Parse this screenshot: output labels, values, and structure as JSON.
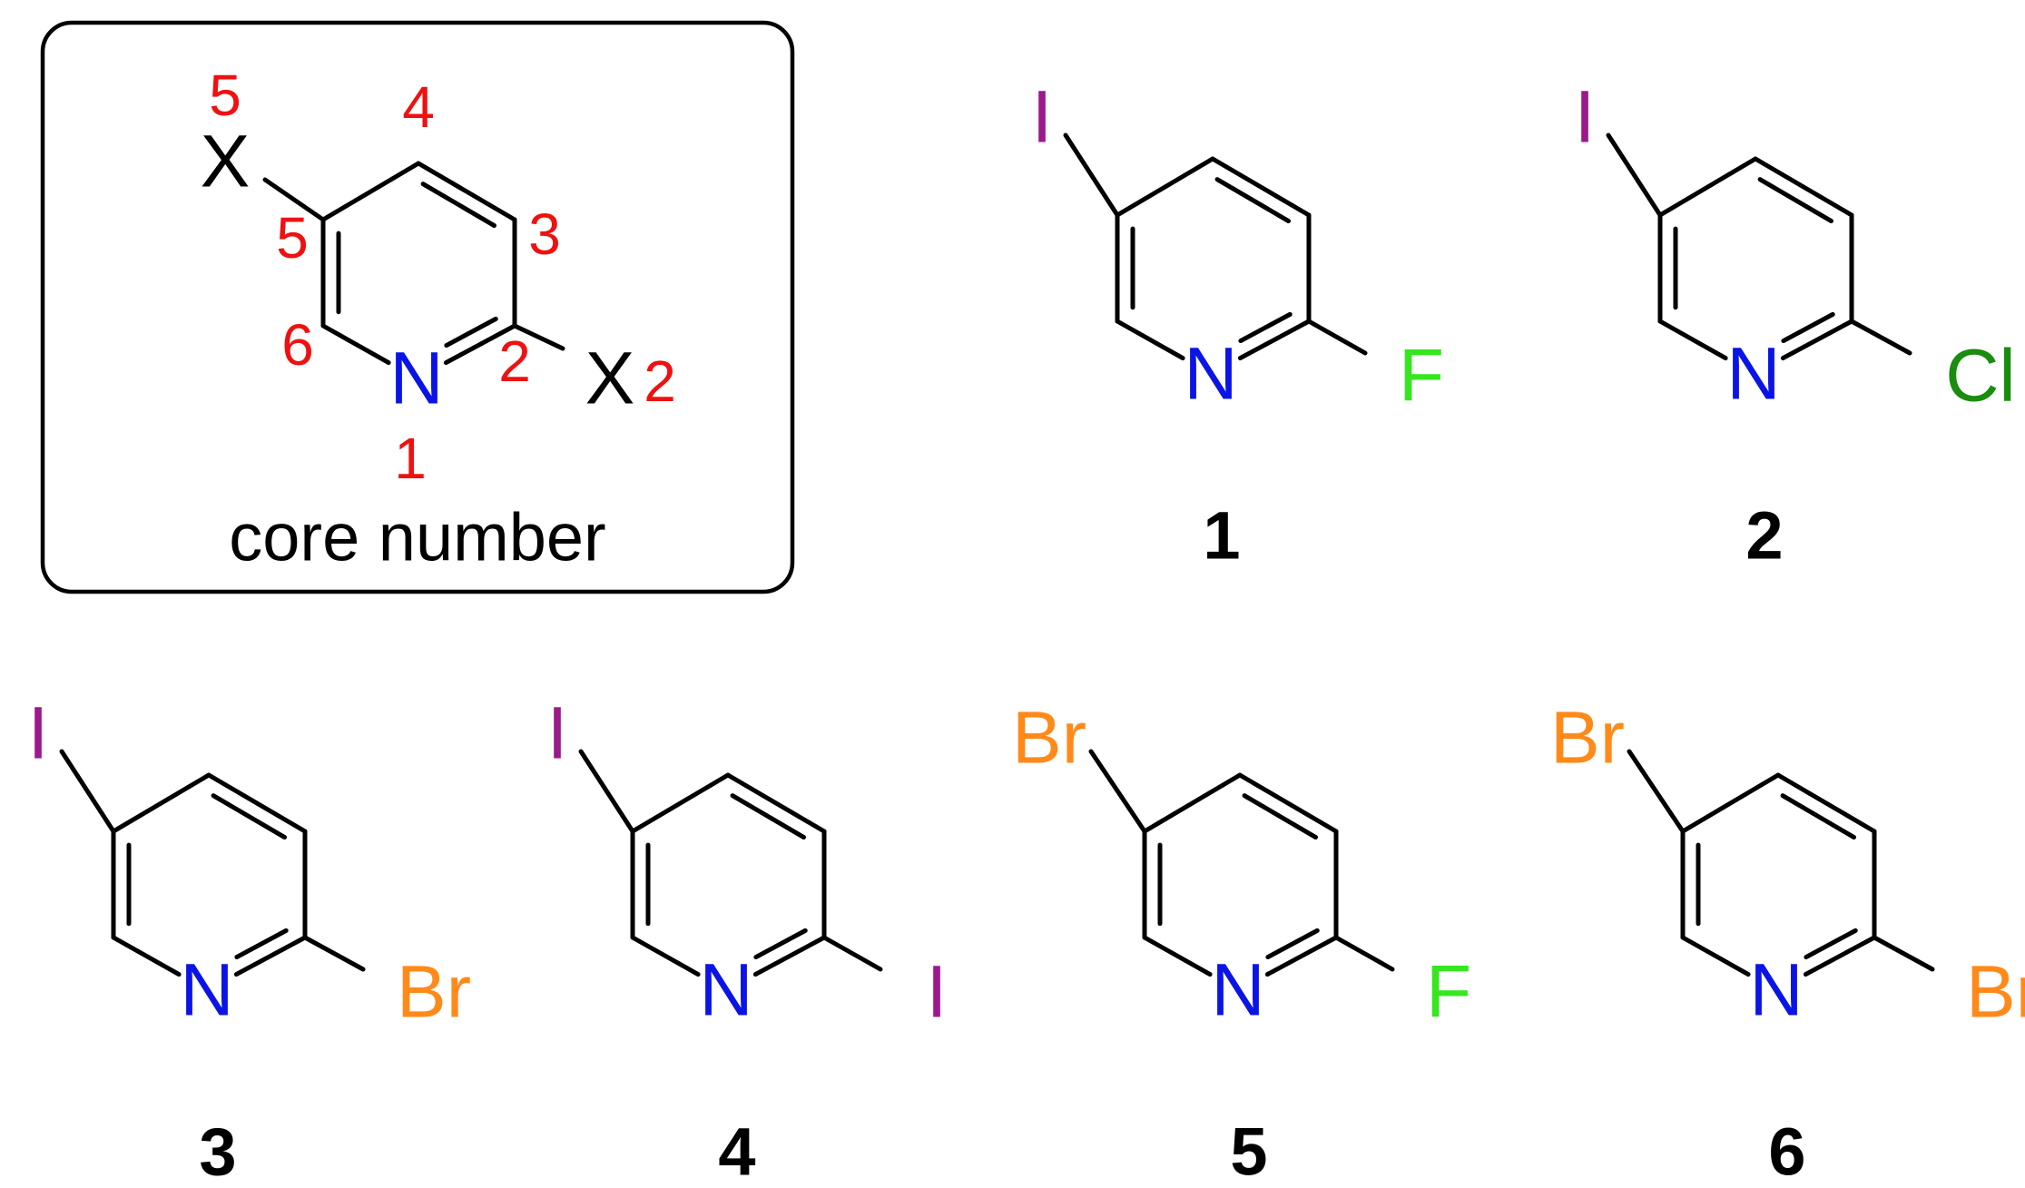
{
  "colors": {
    "bond": "#000000",
    "N": "#0a14e6",
    "F": "#36e61e",
    "Cl": "#1a8c10",
    "Br": "#ff8a1a",
    "I": "#9a1a8c",
    "X": "#000000",
    "position_label": "#ee1111",
    "box_border": "#000000"
  },
  "core": {
    "caption": "core number",
    "x5_label": "X",
    "x2_label": "X",
    "n_label": "N",
    "positions": {
      "p1": "1",
      "p2": "2",
      "p3": "3",
      "p4": "4",
      "p5_ring": "5",
      "p5_x": "5",
      "p6": "6",
      "p2_x": "2"
    }
  },
  "compounds": [
    {
      "number": "1",
      "x5": "I",
      "x2": "F",
      "n": "N"
    },
    {
      "number": "2",
      "x5": "I",
      "x2": "Cl",
      "n": "N"
    },
    {
      "number": "3",
      "x5": "I",
      "x2": "Br",
      "n": "N"
    },
    {
      "number": "4",
      "x5": "I",
      "x2": "I",
      "n": "N"
    },
    {
      "number": "5",
      "x5": "Br",
      "x2": "F",
      "n": "N"
    },
    {
      "number": "6",
      "x5": "Br",
      "x2": "Br",
      "n": "N"
    }
  ]
}
